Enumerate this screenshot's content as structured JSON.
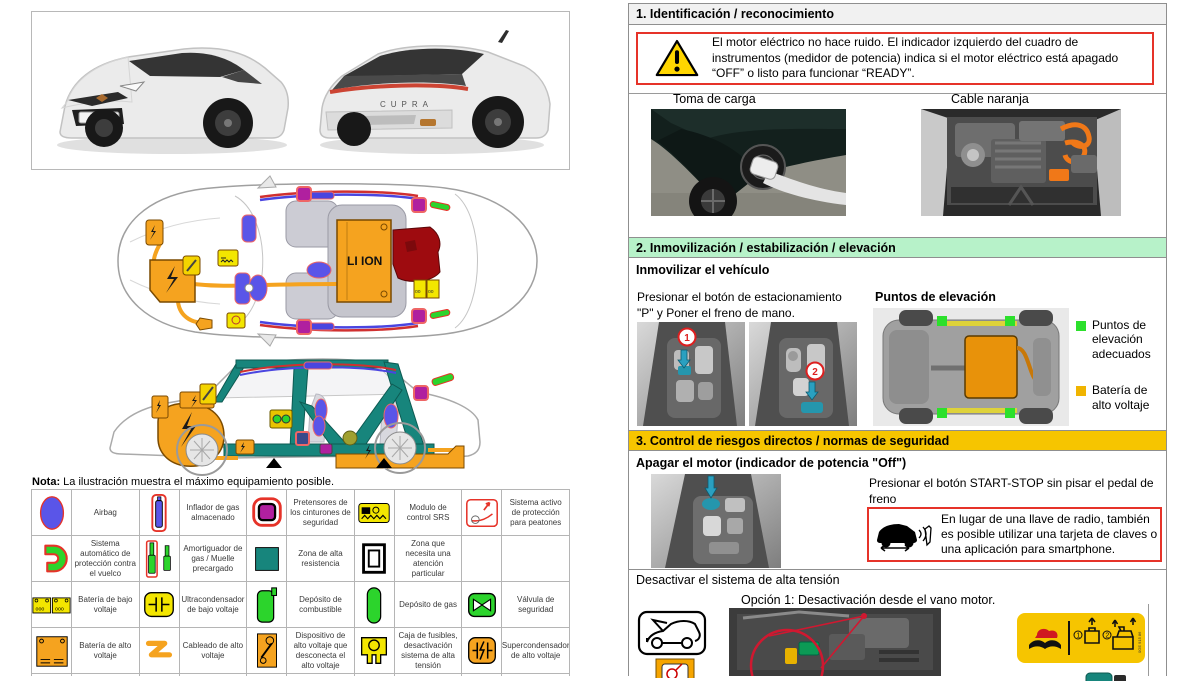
{
  "colors": {
    "section2_green": "#b7f2c9",
    "section3_yellow": "#f6c500",
    "warning_red": "#e63329",
    "hv_orange": "#f5a31f",
    "lift_green": "#2ce02c",
    "lift_orange": "#f0b400",
    "high_strength_teal": "#17857c",
    "airbag_blue": "#5a55e8",
    "pretensioner_purple": "#b0209f"
  },
  "left": {
    "rear_brand": "CUPRA",
    "liion_label": "LI ION",
    "note_bold": "Nota:",
    "note_rest": " La ilustración muestra el máximo equipamiento posible.",
    "legend_rows": [
      [
        {
          "icon": "airbag",
          "label": "Airbag"
        },
        {
          "icon": "stored-gas-inflator",
          "label": "Inflador de gas almacenado"
        },
        {
          "icon": "belt-pretensioner",
          "label": "Pretensores de los cinturones de seguridad"
        },
        {
          "icon": "srs-control-module",
          "label": "Modulo de control SRS"
        },
        {
          "icon": "pedestrian-protection",
          "label": "Sistema activo de protección para peatones"
        }
      ],
      [
        {
          "icon": "rollover-protection",
          "label": "Sistema automático de protección contra el vuelco"
        },
        {
          "icon": "gas-strut",
          "label": "Amortiguador de gas / Muelle precargado"
        },
        {
          "icon": "high-strength-zone",
          "label": "Zona de alta resistencia"
        },
        {
          "icon": "attention-zone",
          "label": "Zona que necesita una atención particular"
        },
        {
          "icon": "",
          "label": ""
        }
      ],
      [
        {
          "icon": "low-voltage-battery",
          "label": "Batería de bajo voltaje"
        },
        {
          "icon": "low-voltage-ultracapacitor",
          "label": "Ultracondensador de bajo voltaje"
        },
        {
          "icon": "fuel-tank",
          "label": "Depósito de combustible"
        },
        {
          "icon": "gas-tank",
          "label": "Depósito de gas"
        },
        {
          "icon": "safety-valve",
          "label": "Válvula de seguridad"
        }
      ],
      [
        {
          "icon": "high-voltage-battery",
          "label": "Batería de alto voltaje"
        },
        {
          "icon": "high-voltage-cable",
          "label": "Cableado de alto voltaje"
        },
        {
          "icon": "high-voltage-disconnect",
          "label": "Dispositivo de alto voltaje que desconecta el alto voltaje"
        },
        {
          "icon": "fuse-box",
          "label": "Caja de fusibles, desactivación sistema de alta tensión"
        },
        {
          "icon": "high-voltage-supercapacitor",
          "label": "Supercondensador de alto voltaje"
        }
      ],
      [
        {
          "icon": "partial-orange",
          "label": ""
        },
        {
          "icon": "partial-orange",
          "label": ""
        },
        {
          "icon": "partial-gray",
          "label": ""
        },
        {
          "icon": "partial-dark",
          "label": ""
        },
        {
          "icon": "",
          "label": ""
        }
      ]
    ]
  },
  "sections": {
    "s1": {
      "title": "1. Identificación / reconocimiento",
      "warning": "El motor eléctrico no hace ruido. El indicador izquierdo del cuadro de instrumentos (medidor de potencia) indica si el motor eléctrico está apagado “OFF” o listo para funcionar “READY”.",
      "photo1_label": "Toma de carga",
      "photo2_label": "Cable naranja"
    },
    "s2": {
      "title": "2. Inmovilización / estabilización / elevación",
      "subtitle": "Inmovilizar el vehículo",
      "instruction": "Presionar el botón de estacionamiento\n\"P\" y Poner el freno de mano.",
      "step1": "1",
      "step2": "2",
      "lift_title": "Puntos de elevación",
      "lift_legend": [
        {
          "color": "#2ce02c",
          "label": "Puntos de elevación adecuados"
        },
        {
          "color": "#f0b400",
          "label": "Batería de alto voltaje"
        }
      ]
    },
    "s3": {
      "title": "3. Control de riesgos directos / normas de seguridad",
      "subtitle": "Apagar el motor (indicador de potencia \"Off\")",
      "instruction": "Presionar el botón START-STOP sin pisar el pedal de freno",
      "keyless_note": "En lugar de una llave de radio, también es posible utilizar una tarjeta de claves o una aplicación para smartphone.",
      "deactivate_title": "Desactivar el sistema de alta tensión",
      "option1": "Opción 1: Desactivación desde el vano motor."
    }
  }
}
